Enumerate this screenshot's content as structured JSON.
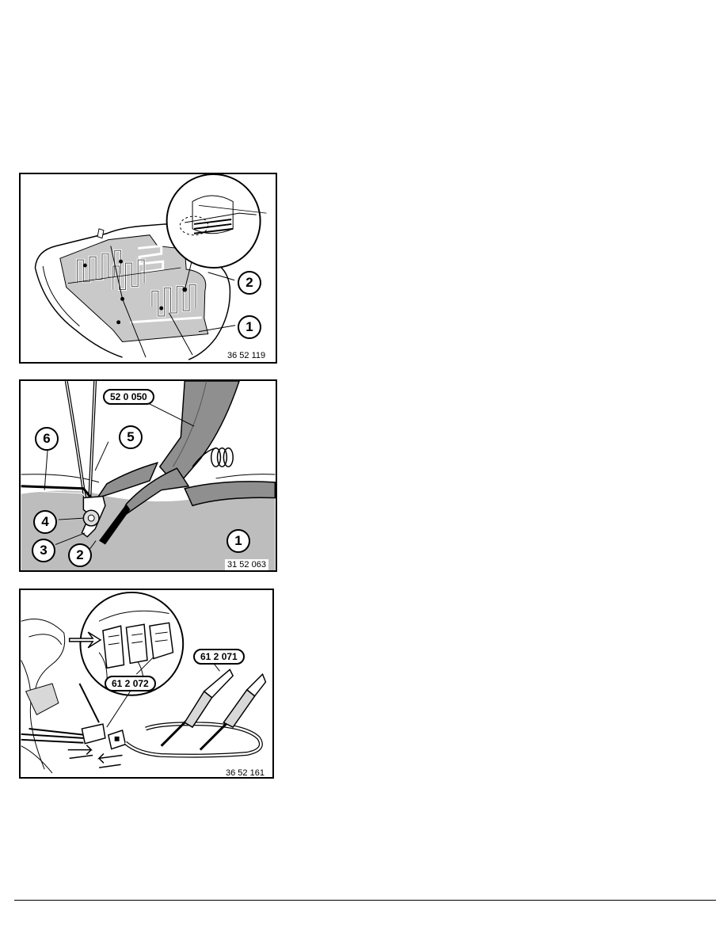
{
  "figures": [
    {
      "code": "36 52 119",
      "callouts": [
        "1",
        "2"
      ]
    },
    {
      "code": "31 52 063",
      "tool": "52 0 050",
      "callouts": [
        "1",
        "2",
        "3",
        "4",
        "5",
        "6"
      ]
    },
    {
      "code": "36 52 161",
      "tools": [
        "61 2 071",
        "61 2 072"
      ]
    }
  ]
}
